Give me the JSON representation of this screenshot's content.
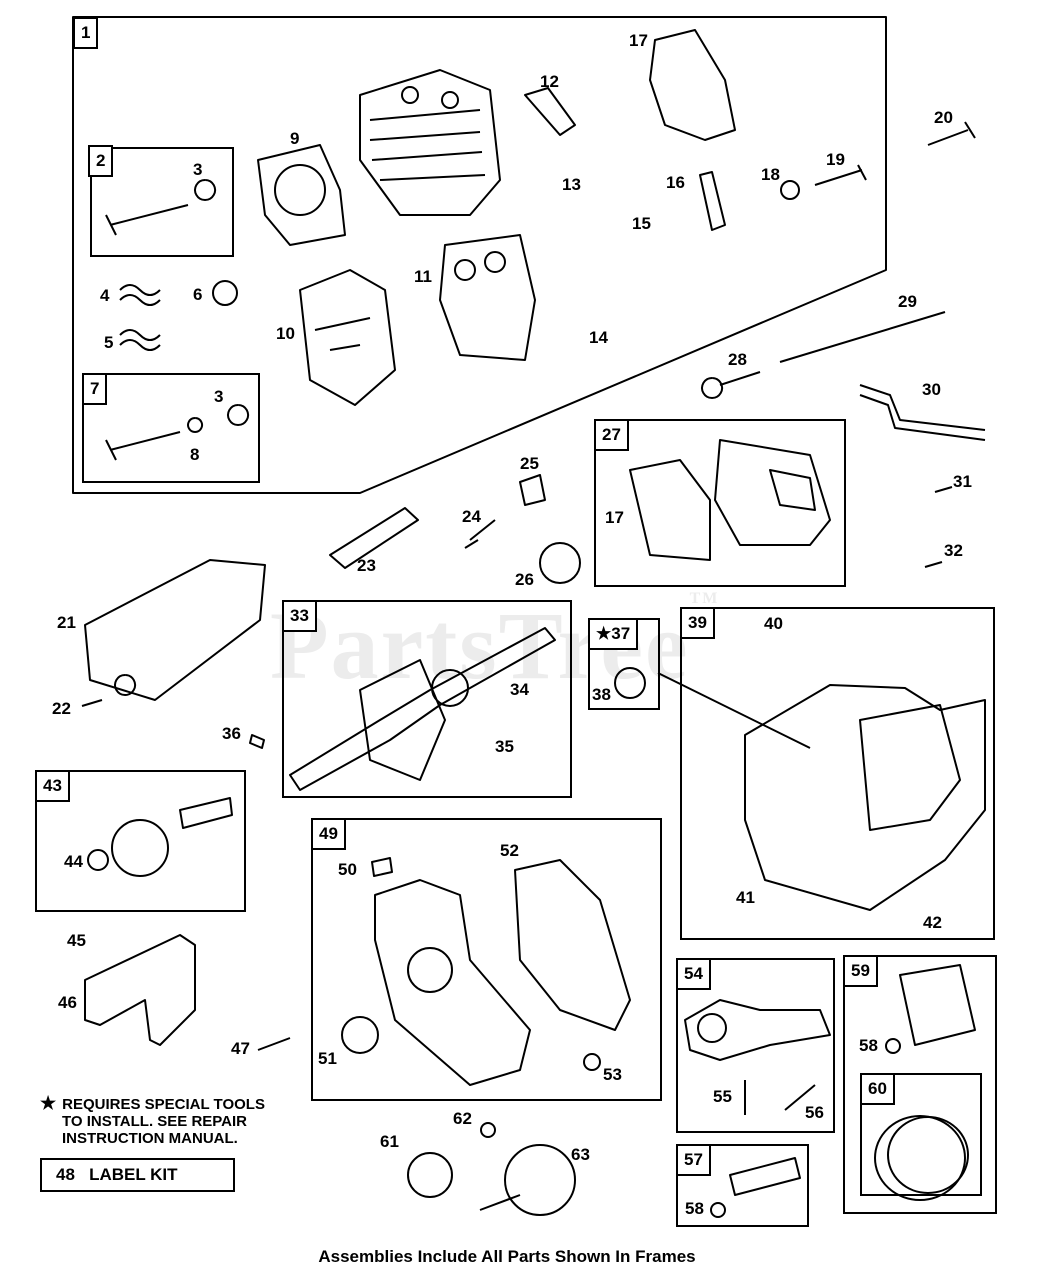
{
  "watermark": {
    "text": "PartsTree",
    "tm": "TM"
  },
  "frames": [
    {
      "id": "f1",
      "label": "1"
    },
    {
      "id": "f2",
      "label": "2"
    },
    {
      "id": "f7",
      "label": "7"
    },
    {
      "id": "f27",
      "label": "27"
    },
    {
      "id": "f33",
      "label": "33"
    },
    {
      "id": "f37",
      "label": "★37"
    },
    {
      "id": "f39",
      "label": "39"
    },
    {
      "id": "f43",
      "label": "43"
    },
    {
      "id": "f49",
      "label": "49"
    },
    {
      "id": "f54",
      "label": "54"
    },
    {
      "id": "f57",
      "label": "57"
    },
    {
      "id": "f59",
      "label": "59"
    },
    {
      "id": "f60",
      "label": "60"
    }
  ],
  "callouts": [
    "3",
    "3",
    "4",
    "5",
    "6",
    "8",
    "9",
    "10",
    "11",
    "12",
    "13",
    "14",
    "15",
    "16",
    "17",
    "18",
    "19",
    "20",
    "17",
    "21",
    "22",
    "23",
    "24",
    "25",
    "26",
    "28",
    "29",
    "30",
    "31",
    "32",
    "34",
    "35",
    "36",
    "38",
    "40",
    "41",
    "42",
    "44",
    "45",
    "46",
    "47",
    "50",
    "51",
    "52",
    "53",
    "55",
    "56",
    "58",
    "58",
    "61",
    "62",
    "63"
  ],
  "note": {
    "star": "★",
    "line1": "REQUIRES SPECIAL TOOLS",
    "line2": "TO INSTALL.  SEE REPAIR",
    "line3": "INSTRUCTION MANUAL."
  },
  "label_kit": "48   LABEL KIT",
  "footer": "Assemblies Include All Parts Shown In Frames"
}
